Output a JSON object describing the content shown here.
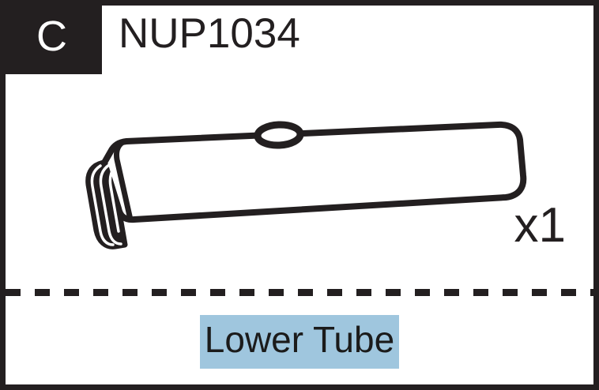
{
  "card": {
    "background_color": "#ffffff",
    "border_color": "#231f20",
    "ink_color": "#231f20"
  },
  "header": {
    "chip_letter": "C",
    "chip_background": "#231f20",
    "chip_text_color": "#ffffff",
    "part_number": "NUP1034"
  },
  "illustration": {
    "icon_name": "lower-tube-line-art",
    "description": "Cylindrical tube drawn in black line art, tilted slightly upward to the right, with a ribbed collar at the left end, a rounded closed right end, and a small oval hole on the top surface near the middle.",
    "stroke_color": "#231f20",
    "fill_color": "#ffffff"
  },
  "quantity": {
    "label": "x1",
    "count": 1
  },
  "divider": {
    "style": "dashed",
    "color": "#231f20"
  },
  "caption": {
    "text": "Lower Tube",
    "highlight_color": "#9fc6de",
    "text_color": "#1b1b1b"
  }
}
